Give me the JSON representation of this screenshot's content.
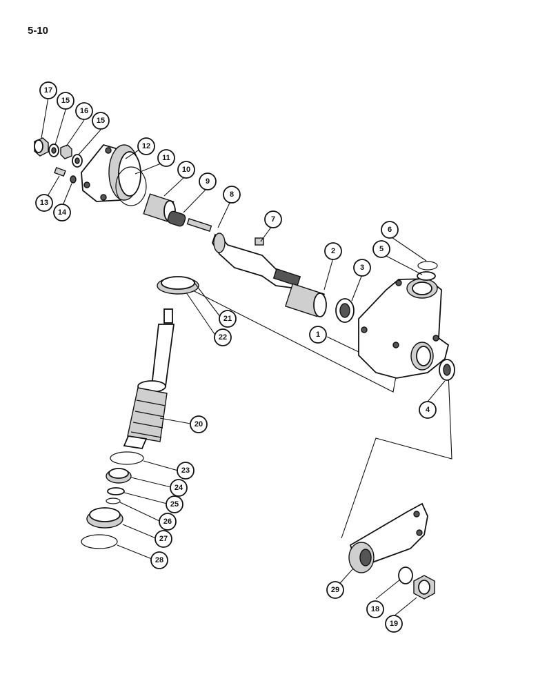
{
  "page_number": "5-10",
  "callouts": [
    "1",
    "2",
    "3",
    "4",
    "5",
    "6",
    "7",
    "8",
    "9",
    "10",
    "11",
    "12",
    "13",
    "14",
    "15",
    "15",
    "16",
    "17",
    "18",
    "19",
    "20",
    "21",
    "22",
    "23",
    "24",
    "25",
    "26",
    "27",
    "28",
    "29"
  ]
}
